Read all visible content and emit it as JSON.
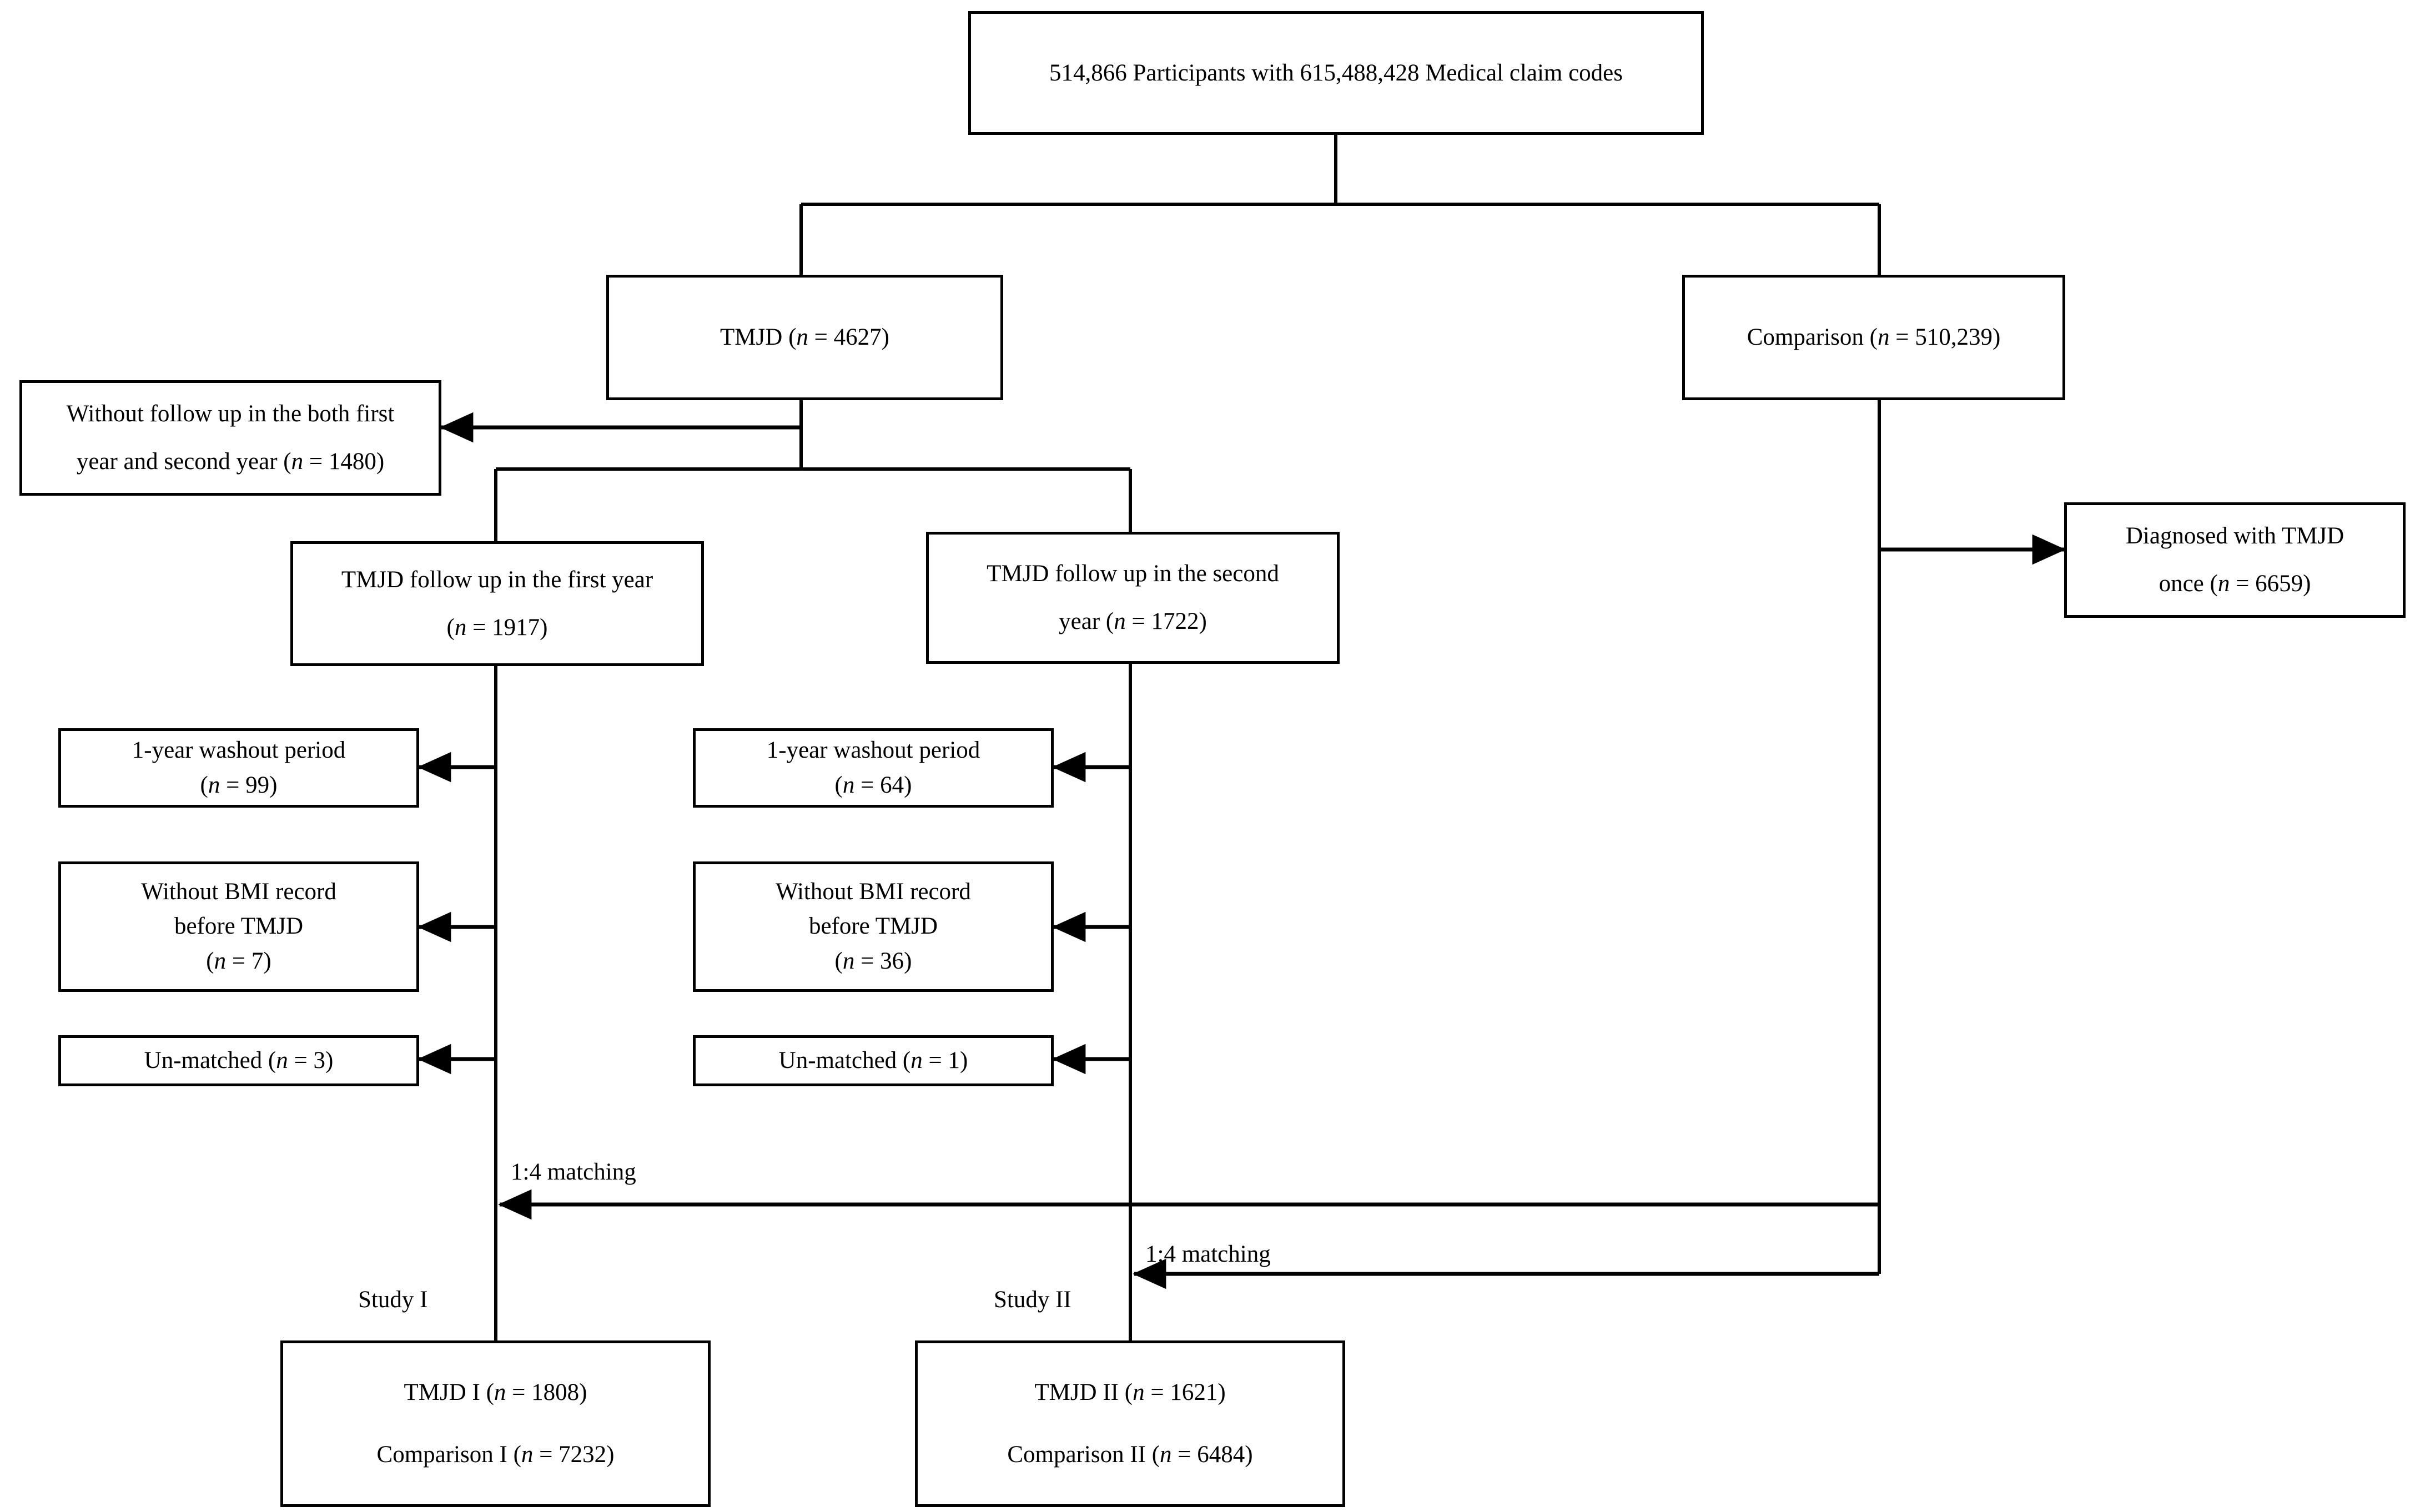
{
  "diagram": {
    "title": "Study participant selection flowchart",
    "type": "flowchart",
    "line_color": "#000000",
    "background_color": "#ffffff",
    "nodes": {
      "source": {
        "lines": [
          "514,866 Participants with  615,488,428 Medical claim codes"
        ]
      },
      "tmjd": {
        "lines": [
          "TMJD (n = 4627)"
        ]
      },
      "comparison": {
        "lines": [
          "Comparison (n = 510,239)"
        ]
      },
      "no_followup": {
        "lines": [
          "Without follow up in the both first",
          "year and second year (n = 1480)"
        ]
      },
      "diagnosed_once": {
        "lines": [
          "Diagnosed with TMJD",
          "once (n = 6659)"
        ]
      },
      "followup_first": {
        "lines": [
          "TMJD follow up in the first year",
          "(n = 1917)"
        ]
      },
      "followup_second": {
        "lines": [
          "TMJD follow up in the second",
          "year (n = 1722)"
        ]
      },
      "washout_1": {
        "lines": [
          "1-year  washout  period",
          "(n = 99)"
        ]
      },
      "washout_2": {
        "lines": [
          "1-year  washout  period",
          "(n = 64)"
        ]
      },
      "no_bmi_1": {
        "lines": [
          "Without BMI record",
          "before TMJD",
          "(n = 7)"
        ]
      },
      "no_bmi_2": {
        "lines": [
          "Without BMI record",
          "before TMJD",
          "(n = 36)"
        ]
      },
      "unmatched_1": {
        "lines": [
          "Un-matched (n = 3)"
        ]
      },
      "unmatched_2": {
        "lines": [
          "Un-matched (n = 1)"
        ]
      },
      "study1_result": {
        "lines": [
          "TMJD I (n = 1808)",
          "Comparison I (n = 7232)"
        ]
      },
      "study2_result": {
        "lines": [
          "TMJD II (n = 1621)",
          "Comparison II (n = 6484)"
        ]
      }
    },
    "labels": {
      "matching_1": "1:4 matching",
      "matching_2": "1:4 matching",
      "study_1": "Study I",
      "study_2": "Study II"
    },
    "counts": {
      "total_participants": "514,866",
      "total_claim_codes": "615,488,428",
      "tmjd_n": "4627",
      "comparison_n": "510,239",
      "no_followup_n": "1480",
      "diagnosed_once_n": "6659",
      "followup_first_n": "1917",
      "followup_second_n": "1722",
      "washout_1_n": "99",
      "washout_2_n": "64",
      "no_bmi_1_n": "7",
      "no_bmi_2_n": "36",
      "unmatched_1_n": "3",
      "unmatched_2_n": "1",
      "tmjd_1_n": "1808",
      "comparison_1_n": "7232",
      "tmjd_2_n": "1621",
      "comparison_2_n": "6484"
    }
  }
}
